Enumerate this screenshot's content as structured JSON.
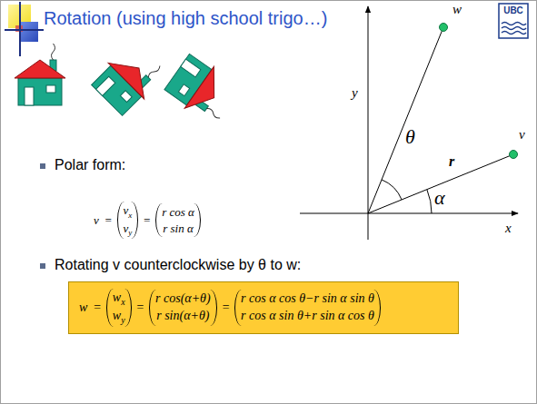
{
  "diagram": {
    "title": "Rotation (using high school trigo…)",
    "nodes": [
      {
        "text": [
          "w",
          "=",
          "w",
          "x",
          "w",
          "y",
          "=",
          "r cos(α+θ)",
          "r sin(α+θ)",
          "=",
          "r cos α cos θ−r sin α sin θ",
          "r cos α sin θ+r sin α cos θ"
        ]
      }
    ],
    "labels": [
      "UBC",
      "w",
      "y",
      "v",
      "θ",
      "r",
      "α",
      "x",
      "Polar form:",
      "v",
      "=",
      "v",
      "x",
      "v",
      "y",
      "=",
      "r cos α",
      "r sin α",
      "Rotating v counterclockwise by θ to w:"
    ]
  }
}
